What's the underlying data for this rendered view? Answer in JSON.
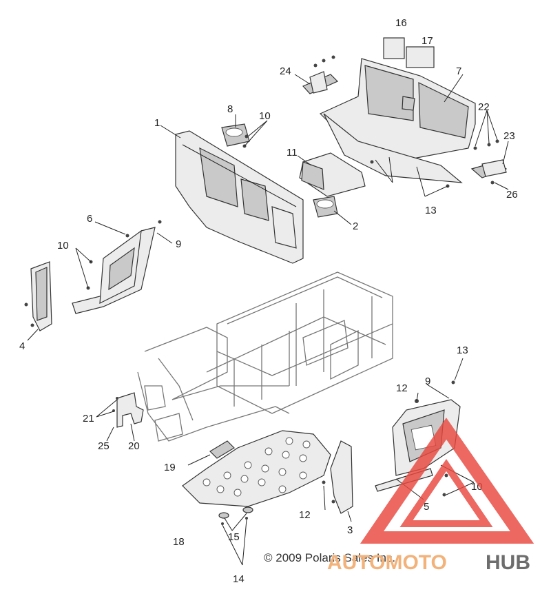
{
  "callouts": [
    "1",
    "2",
    "3",
    "4",
    "5",
    "6",
    "7",
    "8",
    "9",
    "10",
    "11",
    "12",
    "13",
    "14",
    "15",
    "16",
    "17",
    "18",
    "19",
    "20",
    "21",
    "22",
    "23",
    "24",
    "25",
    "26"
  ],
  "copyright": "© 2009 Polaris Sales Inc.",
  "watermark": {
    "part1": "AUTOMOTO",
    "part2": "HUB",
    "color1": "#f2b27a",
    "color2": "#6d6d6d",
    "triangle_color": "#e8483f"
  }
}
